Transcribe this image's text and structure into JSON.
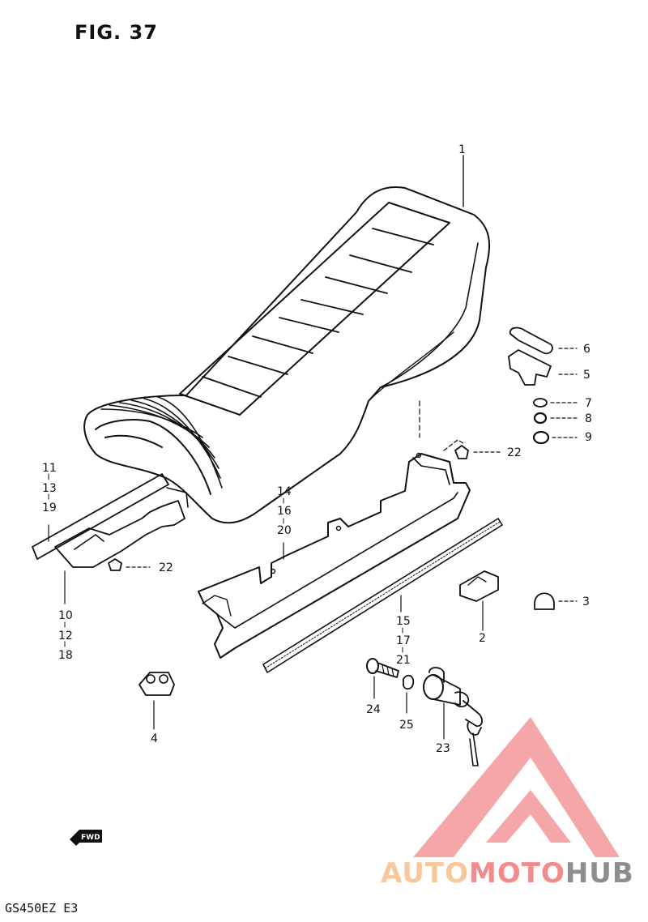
{
  "figure": {
    "title": "FIG. 37",
    "model_code": "GS450EZ  E3"
  },
  "direction_tag": "FWD",
  "callouts": [
    {
      "id": "c1",
      "label": "1"
    },
    {
      "id": "c6",
      "label": "6"
    },
    {
      "id": "c5",
      "label": "5"
    },
    {
      "id": "c7",
      "label": "7"
    },
    {
      "id": "c8",
      "label": "8"
    },
    {
      "id": "c9",
      "label": "9"
    },
    {
      "id": "c22a",
      "label": "22"
    },
    {
      "id": "c11",
      "label": "11"
    },
    {
      "id": "c13",
      "label": "13"
    },
    {
      "id": "c19",
      "label": "19"
    },
    {
      "id": "c14",
      "label": "14"
    },
    {
      "id": "c16",
      "label": "16"
    },
    {
      "id": "c20",
      "label": "20"
    },
    {
      "id": "c22b",
      "label": "22"
    },
    {
      "id": "c3",
      "label": "3"
    },
    {
      "id": "c10",
      "label": "10"
    },
    {
      "id": "c12",
      "label": "12"
    },
    {
      "id": "c18",
      "label": "18"
    },
    {
      "id": "c15",
      "label": "15"
    },
    {
      "id": "c17",
      "label": "17"
    },
    {
      "id": "c21",
      "label": "21"
    },
    {
      "id": "c2",
      "label": "2"
    },
    {
      "id": "c24",
      "label": "24"
    },
    {
      "id": "c25",
      "label": "25"
    },
    {
      "id": "c23",
      "label": "23"
    },
    {
      "id": "c4",
      "label": "4"
    }
  ],
  "watermark": {
    "part_a": "AUTO",
    "part_b": "MOTO",
    "part_c": "HUB",
    "color_a": "#f6c89b",
    "color_b": "#f28c8c",
    "color_c": "#8e8e8e"
  }
}
